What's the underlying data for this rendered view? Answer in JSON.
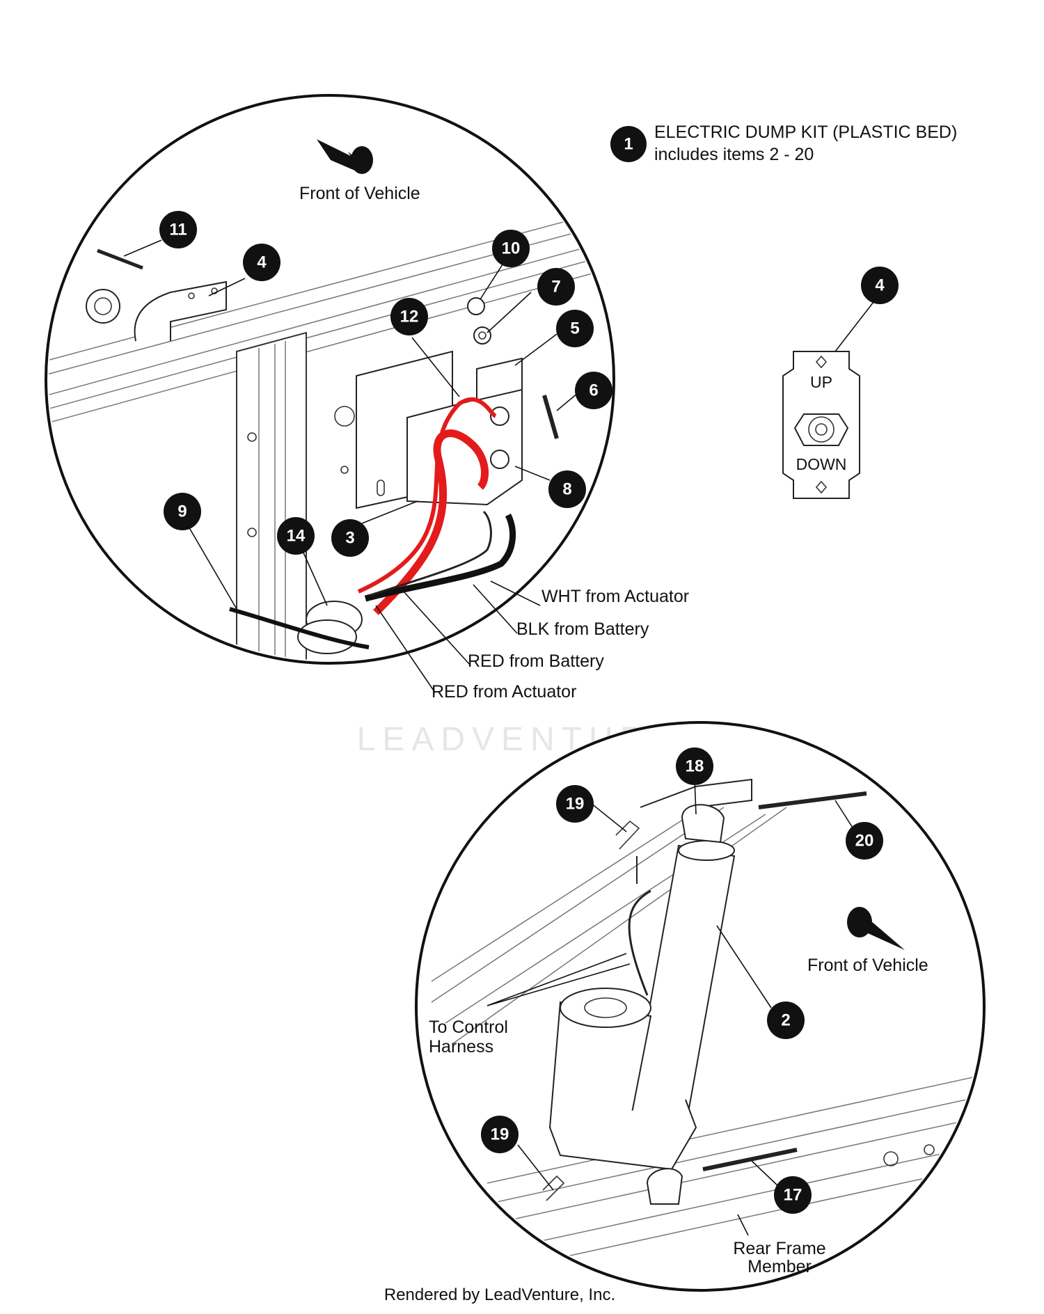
{
  "kit": {
    "number": "1",
    "title": "ELECTRIC DUMP KIT (PLASTIC BED)",
    "subtitle": "includes items 2 - 20"
  },
  "upper_view": {
    "front_label": "Front of Vehicle",
    "callouts": [
      "11",
      "4",
      "10",
      "7",
      "12",
      "5",
      "6",
      "8",
      "9",
      "14",
      "3"
    ],
    "wire_labels": {
      "wht_actuator": "WHT from Actuator",
      "blk_battery": "BLK from Battery",
      "red_battery": "RED from Battery",
      "red_actuator": "RED from Actuator"
    },
    "wire_colors": {
      "red": "#e31b1b",
      "black": "#111111",
      "white": "#ffffff"
    }
  },
  "switch_detail": {
    "callout": "4",
    "up_label": "UP",
    "down_label": "DOWN"
  },
  "lower_view": {
    "front_label": "Front of Vehicle",
    "callouts": [
      "18",
      "19",
      "20",
      "2",
      "19",
      "17"
    ],
    "harness_label_1": "To Control",
    "harness_label_2": "Harness",
    "frame_label_1": "Rear Frame",
    "frame_label_2": "Member"
  },
  "watermark": "LEADVENTURE",
  "footer": "Rendered by LeadVenture, Inc."
}
